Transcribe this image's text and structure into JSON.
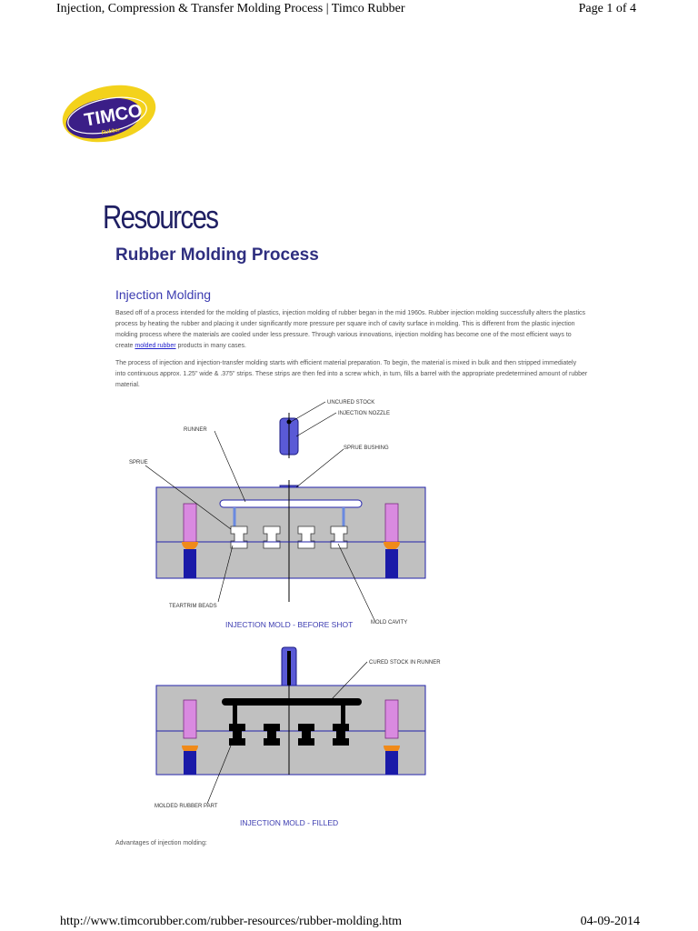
{
  "print_header": {
    "title": "Injection, Compression & Transfer Molding Process | Timco Rubber",
    "page": "Page 1 of 4"
  },
  "logo": {
    "brand": "TIMCO",
    "sub": "Rubber"
  },
  "section_label": "Resources",
  "page_title": "Rubber Molding Process",
  "section_title": "Injection Molding",
  "paragraph1": {
    "before_link": "Based off of a process intended for the molding of plastics, injection molding of rubber began in the mid 1960s. Rubber injection molding successfully alters the plastics process by heating the rubber and placing it under significantly more pressure per square inch of cavity surface in molding. This is different from the plastic injection molding process where the materials are cooled under less pressure. Through various innovations, injection molding has become one of the most efficient ways to create ",
    "link": "molded rubber",
    "after_link": " products in many cases."
  },
  "paragraph2": "The process of injection and injection-transfer molding starts with efficient material preparation. To begin, the material is mixed in bulk and then stripped immediately into continuous approx. 1.25\" wide & .375\" strips. These strips are then fed into a screw which, in turn, fills a barrel with the appropriate predetermined amount of rubber material.",
  "diagram1": {
    "labels": {
      "uncured_stock": "UNCURED STOCK",
      "injection_nozzle": "INJECTION NOZZLE",
      "runner": "RUNNER",
      "sprue_bushing": "SPRUE BUSHING",
      "sprue": "SPRUE",
      "teartrim_beads": "TEARTRIM BEADS",
      "mold_cavity": "MOLD CAVITY"
    },
    "caption": "INJECTION MOLD - BEFORE SHOT"
  },
  "diagram2": {
    "labels": {
      "cured_stock": "CURED STOCK IN RUNNER",
      "molded_part": "MOLDED RUBBER PART"
    },
    "caption": "INJECTION MOLD - FILLED"
  },
  "advantages_intro": "Advantages of injection molding:",
  "print_footer": {
    "url": "http://www.timcorubber.com/rubber-resources/rubber-molding.htm",
    "date": "04-09-2014"
  },
  "colors": {
    "title": "#2f2f80",
    "section": "#3b3bb0",
    "mold_gray": "#c0c0c0",
    "pin_violet": "#d98ae0",
    "pin_blue": "#1a1aa8",
    "pin_orange": "#f08a1a",
    "logo_yellow": "#f3d21c",
    "logo_purple": "#3b1e87"
  }
}
